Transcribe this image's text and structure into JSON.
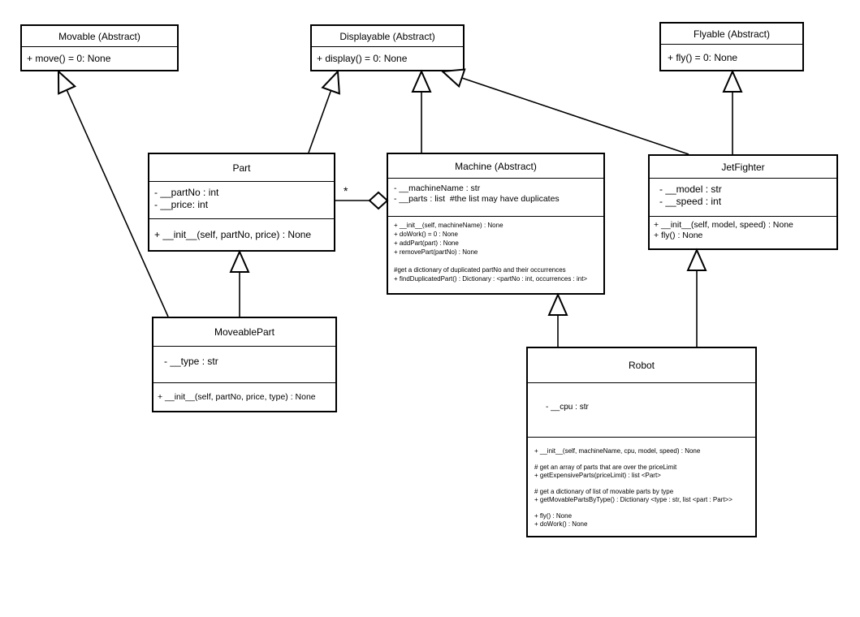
{
  "diagram": {
    "classes": [
      {
        "id": "movable",
        "title": "Movable (Abstract)",
        "attributes": [],
        "methods": [
          "+ move() = 0: None"
        ]
      },
      {
        "id": "displayable",
        "title": "Displayable (Abstract)",
        "attributes": [],
        "methods": [
          "+ display() = 0: None"
        ]
      },
      {
        "id": "flyable",
        "title": "Flyable (Abstract)",
        "attributes": [],
        "methods": [
          "+ fly() = 0: None"
        ]
      },
      {
        "id": "part",
        "title": "Part",
        "attributes": [
          "- __partNo : int",
          "- __price: int"
        ],
        "methods": [
          "+ __init__(self, partNo, price) : None"
        ]
      },
      {
        "id": "machine",
        "title": "Machine (Abstract)",
        "attributes": [
          "- __machineName : str",
          "- __parts : list  #the list may have duplicates"
        ],
        "methods": [
          "+ __init__(self, machineName) : None",
          "+ doWork() = 0 : None",
          "+ addPart(part) : None",
          "+ removePart(partNo) : None",
          "",
          "#get a dictionary of duplicated partNo and their occurrences",
          "+ findDuplicatedPart() : Dictionary : <partNo : int, occurrences : int>"
        ]
      },
      {
        "id": "jetfighter",
        "title": "JetFighter",
        "attributes": [
          "- __model : str",
          "- __speed : int"
        ],
        "methods": [
          "+ __init__(self, model, speed) : None",
          "+ fly() : None"
        ]
      },
      {
        "id": "moveablepart",
        "title": "MoveablePart",
        "attributes": [
          "- __type : str"
        ],
        "methods": [
          "+ __init__(self, partNo, price, type) : None"
        ]
      },
      {
        "id": "robot",
        "title": "Robot",
        "attributes": [
          "- __cpu : str"
        ],
        "methods": [
          "+ __init__(self, machineName, cpu, model, speed) : None",
          "",
          "# get an array of parts that are over the priceLimit",
          "+ getExpensiveParts(priceLimit) : list <Part>",
          "",
          "# get a dictionary of list of movable parts by type",
          "+ getMovablePartsByType() : Dictionary <type : str, list <part : Part>>",
          "",
          "+ fly() : None",
          "+ doWork() : None"
        ]
      }
    ],
    "relationships": {
      "aggregation_multiplicity": "*"
    }
  }
}
